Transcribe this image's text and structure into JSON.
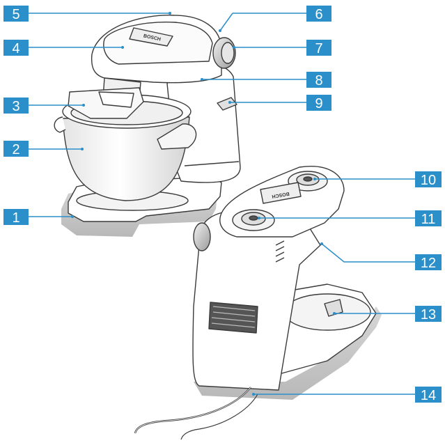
{
  "callouts": {
    "c1": "1",
    "c2": "2",
    "c3": "3",
    "c4": "4",
    "c5": "5",
    "c6": "6",
    "c7": "7",
    "c8": "8",
    "c9": "9",
    "c10": "10",
    "c11": "11",
    "c12": "12",
    "c13": "13",
    "c14": "14"
  },
  "branding": {
    "logo_front": "BOSCH",
    "logo_rear": "BOSCH"
  },
  "colors": {
    "callout_fill": "#2b8fc9",
    "leader_line": "#2b8fc9",
    "callout_text": "#ffffff",
    "outline": "#3a3a3a",
    "base_shadow": "#c8c8c8"
  }
}
